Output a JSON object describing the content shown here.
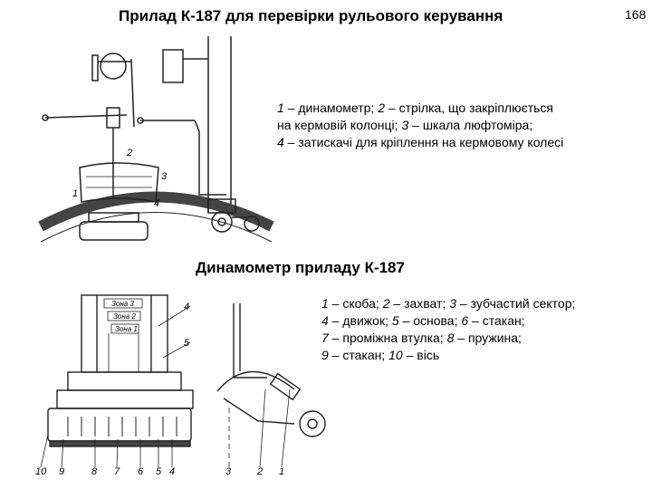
{
  "page": {
    "title": "Прилад К-187 для перевірки рульового керування",
    "number": "168"
  },
  "figure1": {
    "labels": [
      "1",
      "2",
      "3",
      "4"
    ],
    "legend": [
      {
        "num": "1",
        "text": " – динамометр; "
      },
      {
        "num": "2",
        "text": " – стрілка, що закріплюється"
      },
      {
        "num": "",
        "text": "на кермовій колонці; "
      },
      {
        "num": "3",
        "text": " – шкала люфтоміра;"
      },
      {
        "num": "4",
        "text": " – затискачі для кріплення на кермовому колесі"
      }
    ]
  },
  "figure2": {
    "title": "Динамометр приладу К-187",
    "zones": [
      "Зона 3",
      "Зона 2",
      "Зона 1"
    ],
    "labels": {
      "l4": "4",
      "l5": "5",
      "bottom": [
        "10",
        "9",
        "8",
        "7",
        "6",
        "5",
        "4"
      ],
      "right_bottom": [
        "3",
        "2",
        "1"
      ]
    },
    "legend": [
      {
        "num": "1",
        "text": " – скоба; "
      },
      {
        "num": "2",
        "text": " – захват; "
      },
      {
        "num": "3",
        "text": " – зубчастий сектор;"
      },
      {
        "num": "4",
        "text": " – движок; "
      },
      {
        "num": "5",
        "text": " – основа; "
      },
      {
        "num": "6",
        "text": " – стакан;"
      },
      {
        "num": "7",
        "text": " – проміжна втулка; "
      },
      {
        "num": "8",
        "text": " – пружина;"
      },
      {
        "num": "9",
        "text": " – стакан; "
      },
      {
        "num": "10",
        "text": " – вісь"
      }
    ]
  }
}
